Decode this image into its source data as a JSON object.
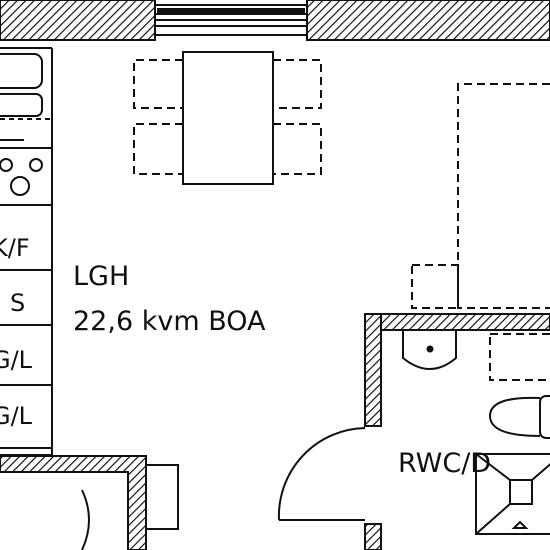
{
  "room": {
    "name": "LGH",
    "area": "22,6 kvm BOA"
  },
  "bathroom": {
    "label": "RWC/D"
  },
  "kitchen": {
    "labels": [
      "K/F",
      "S",
      "G/L",
      "G/L"
    ]
  },
  "colors": {
    "line": "#111111",
    "wall_hatch": "#111111",
    "background": "#ffffff"
  }
}
